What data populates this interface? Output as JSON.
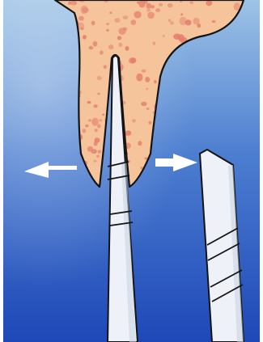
{
  "illustration": {
    "colors": {
      "background_top": "#9ec3e6",
      "background_mid": "#4c7ed0",
      "background_bottom": "#1e48b8",
      "bone": "#f5c49a",
      "bone_spots": "#e57c6c",
      "outline": "#141414",
      "instrument_fill": "#eef2f8",
      "instrument_shadow": "#c9d3e3",
      "arrow": "#ffffff"
    },
    "elements": {
      "bone": "alveolar-bone-cross-section",
      "probe": "narrow-chisel-instrument",
      "blade": "wide-chisel-instrument",
      "left_arrow": "expansion-arrow-left",
      "right_arrow": "expansion-arrow-right"
    }
  }
}
